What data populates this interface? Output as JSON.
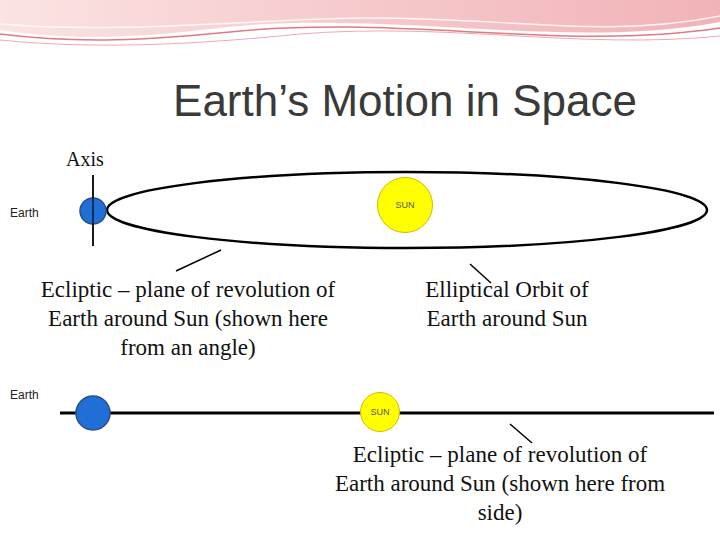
{
  "diagram": {
    "title": "Earth’s Motion in Space",
    "nodes": [
      {
        "text": [
          "SUN"
        ]
      },
      {
        "text": [
          "SUN"
        ]
      }
    ],
    "labels": [
      "Axis",
      "Earth",
      "Ecliptic – plane of revolution of Earth around Sun (shown here from an angle)",
      "Elliptical Orbit of Earth around Sun",
      "Earth",
      "Ecliptic – plane of revolution of Earth around Sun (shown here from side)"
    ]
  }
}
